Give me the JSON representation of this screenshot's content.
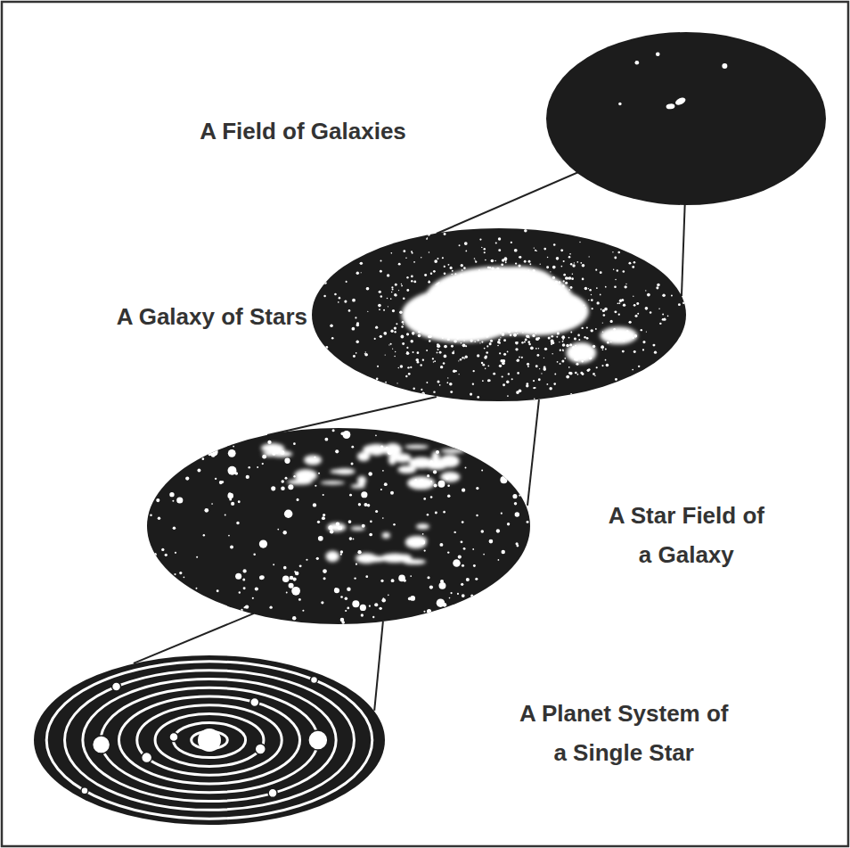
{
  "diagram": {
    "nodes": [
      {
        "text": [
          "A Field of Galaxies"
        ]
      },
      {
        "text": [
          "A Galaxy of Stars"
        ]
      },
      {
        "text": [
          "A Star Field of a Galaxy"
        ]
      },
      {
        "text": [
          "A Planet System of a Single Star"
        ]
      }
    ],
    "edges": [
      {
        "from": 0,
        "to": 1,
        "arrow": "none"
      },
      {
        "from": 0,
        "to": 1,
        "arrow": "none"
      },
      {
        "from": 1,
        "to": 2,
        "arrow": "none"
      },
      {
        "from": 1,
        "to": 2,
        "arrow": "none"
      },
      {
        "from": 2,
        "to": 3,
        "arrow": "none"
      },
      {
        "from": 2,
        "to": 3,
        "arrow": "none"
      }
    ]
  }
}
